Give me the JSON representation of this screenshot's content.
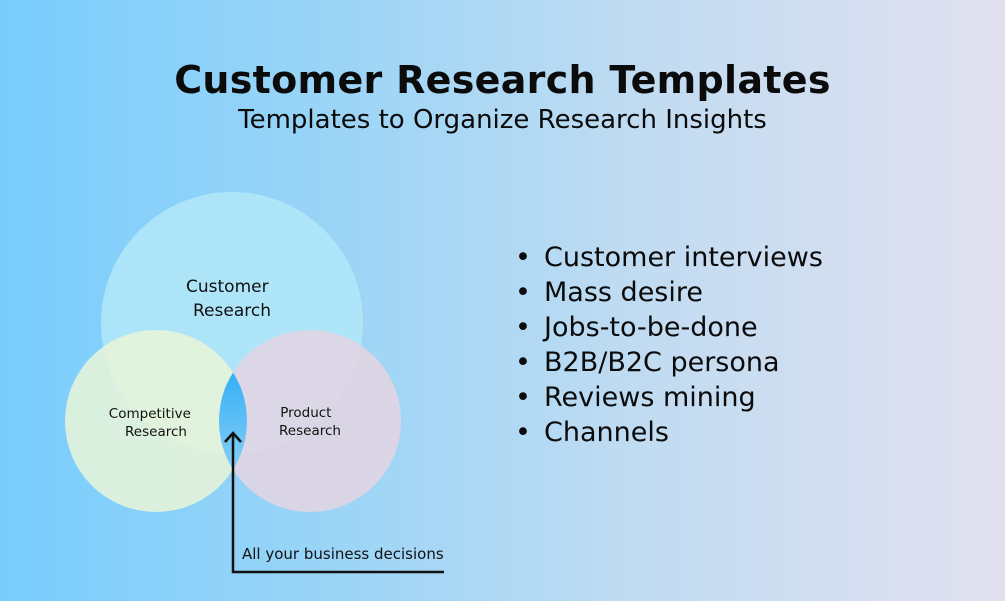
{
  "header": {
    "title": "Customer Research Templates",
    "subtitle": "Templates to Organize Research Insights"
  },
  "venn": {
    "circles": [
      {
        "id": "customer",
        "label_lines": [
          "Customer",
          "Research"
        ],
        "color": "#b3e7f8"
      },
      {
        "id": "competitive",
        "label_lines": [
          "Competitive",
          "Research"
        ],
        "color": "#e6f5da"
      },
      {
        "id": "product",
        "label_lines": [
          "Product",
          "Research"
        ],
        "color": "#e1d6e4"
      }
    ],
    "intersection_color": "#1aa6f5",
    "arrow_label": "All your business decisions"
  },
  "bullets": [
    {
      "marker": "•",
      "text": "Customer interviews"
    },
    {
      "marker": "•",
      "text": "Mass desire"
    },
    {
      "marker": "•",
      "text": "Jobs-to-be-done"
    },
    {
      "marker": "•",
      "text": "B2B/B2C persona"
    },
    {
      "marker": "•",
      "text": "Reviews mining"
    },
    {
      "marker": "•",
      "text": "Channels"
    }
  ]
}
